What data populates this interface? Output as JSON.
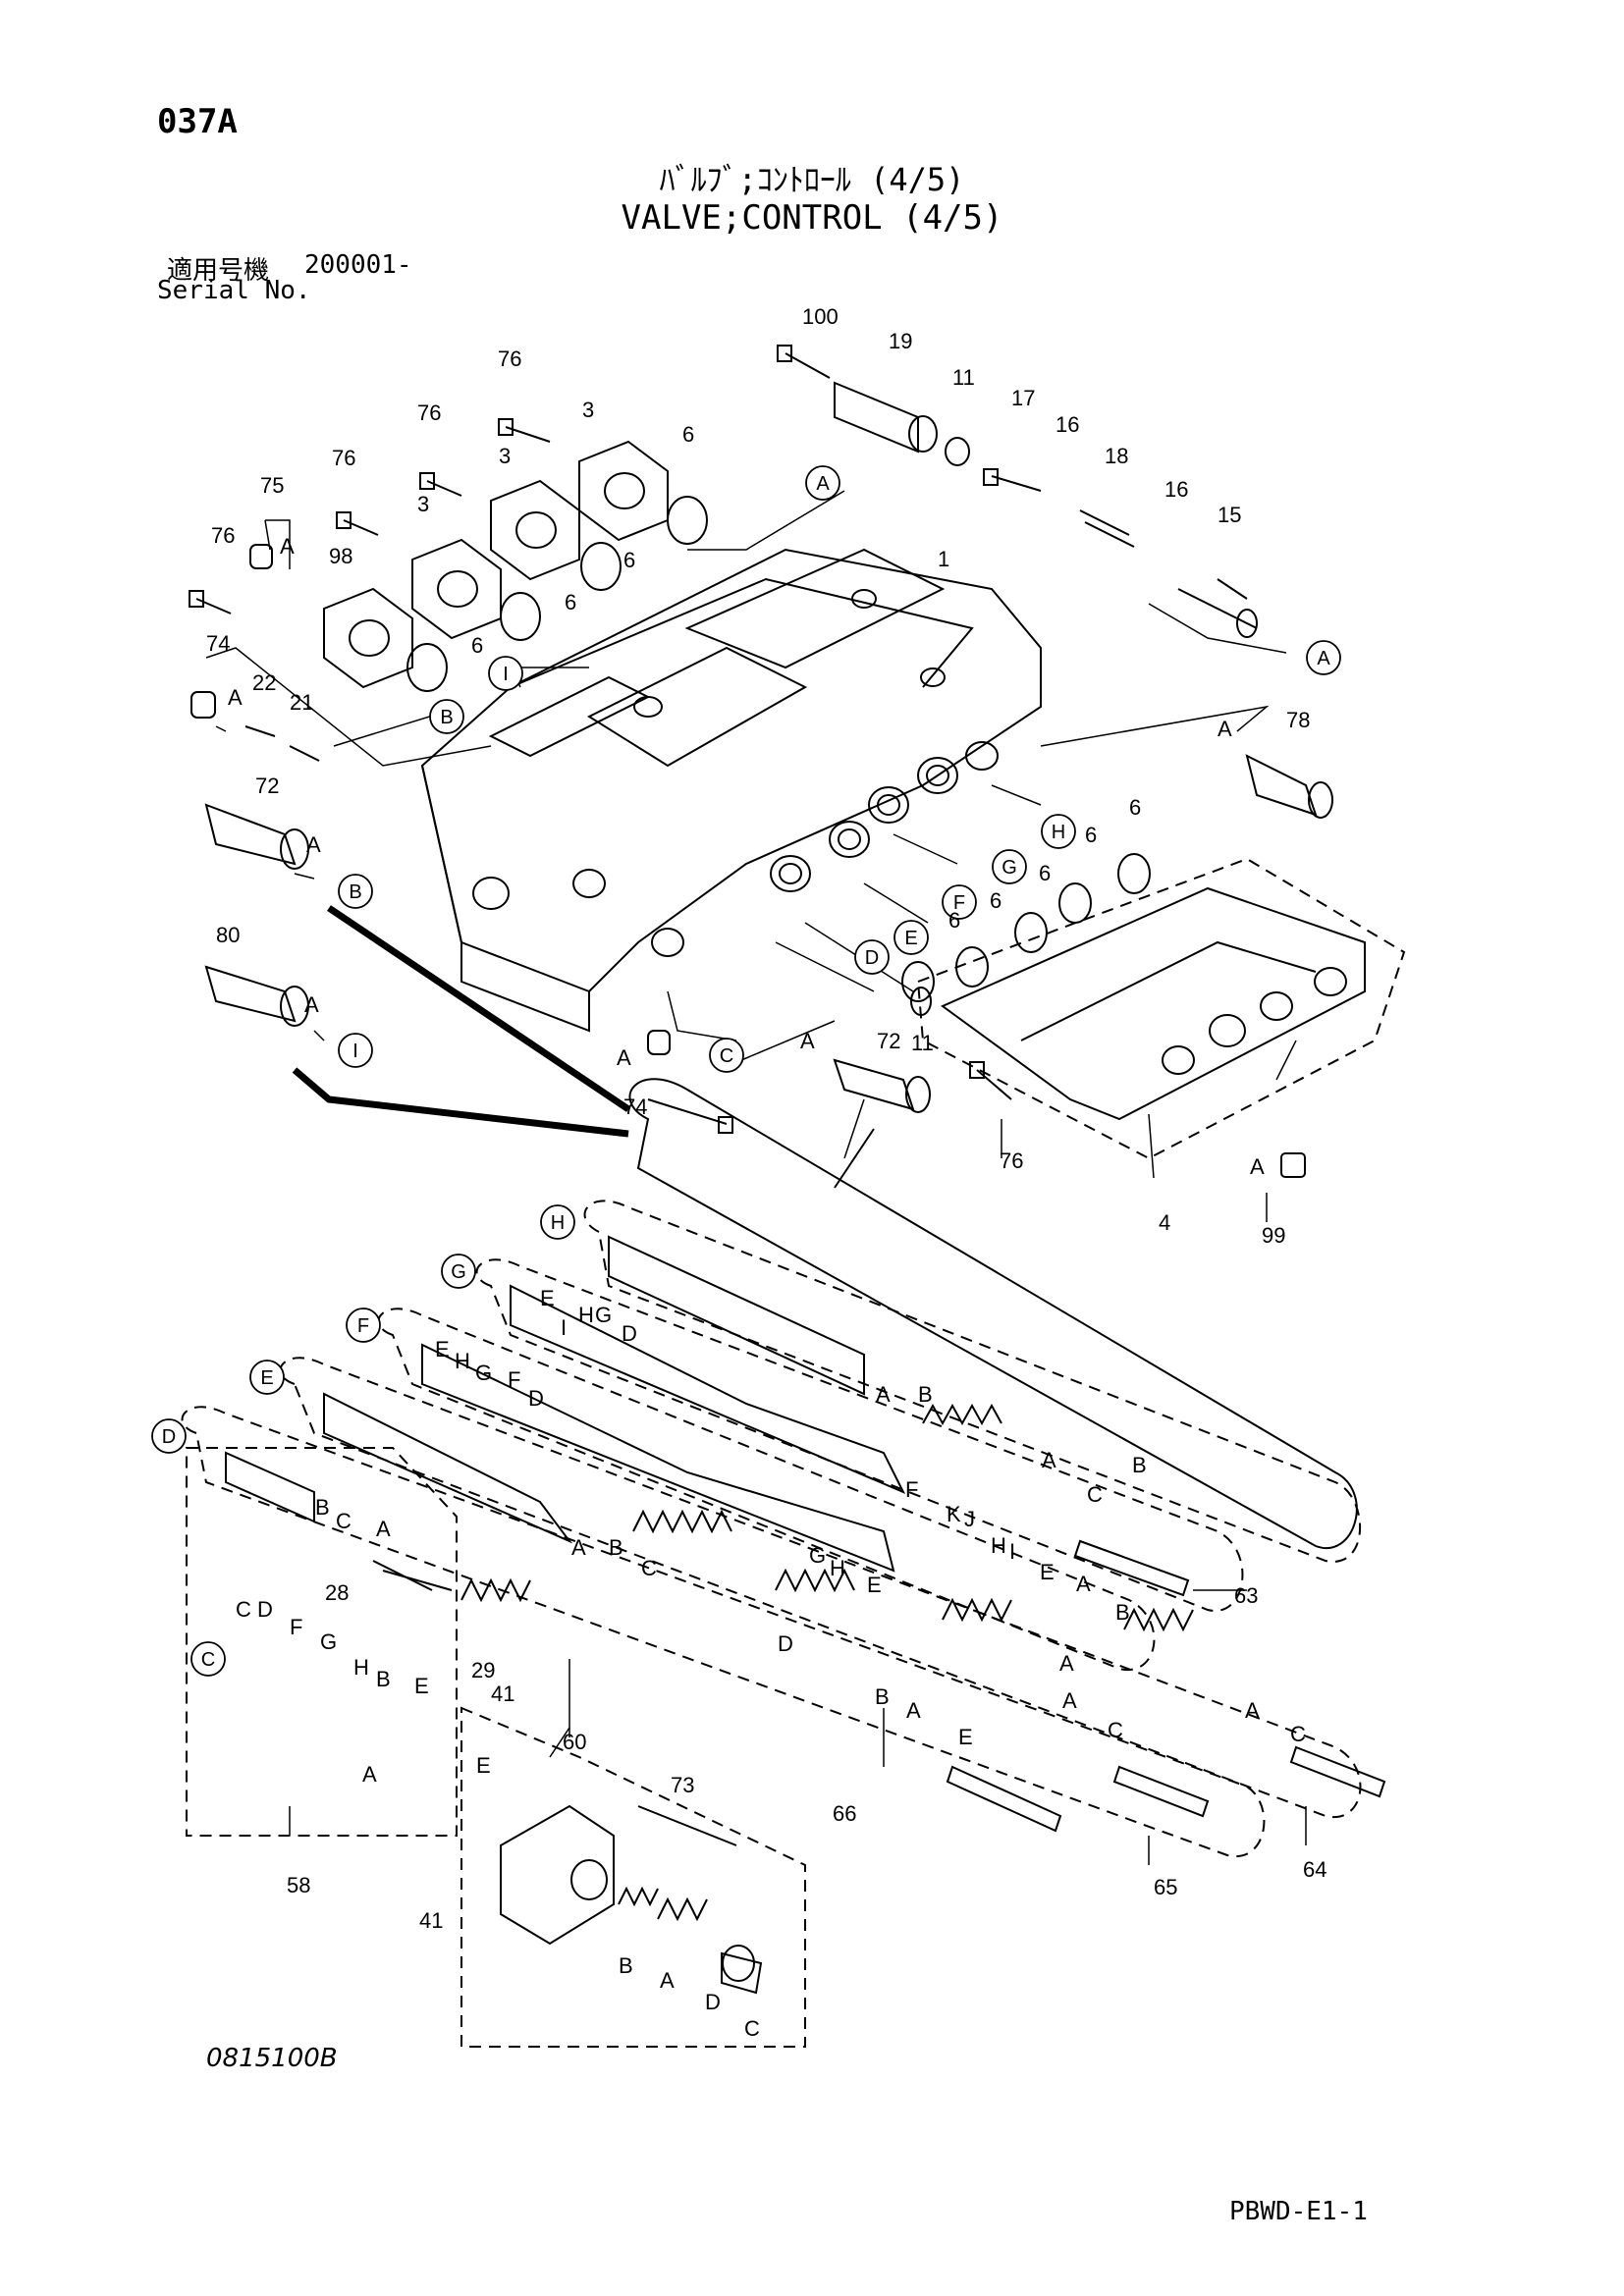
{
  "header": {
    "page_id": "037A",
    "title_jp": "ﾊﾞﾙﾌﾞ;ｺﾝﾄﾛｰﾙ (4/5)",
    "title_en": "VALVE;CONTROL (4/5)",
    "serial_label_jp": "適用号機",
    "serial_number": "200001-",
    "serial_label_en": "Serial No."
  },
  "footer": {
    "drawing_number": "0815100B",
    "page_code": "PBWD-E1-1"
  },
  "part_labels": [
    {
      "text": "100"
    },
    {
      "text": "19"
    },
    {
      "text": "11"
    },
    {
      "text": "17"
    },
    {
      "text": "16"
    },
    {
      "text": "18"
    },
    {
      "text": "16"
    },
    {
      "text": "15"
    },
    {
      "text": "76"
    },
    {
      "text": "76"
    },
    {
      "text": "3"
    },
    {
      "text": "76"
    },
    {
      "text": "3"
    },
    {
      "text": "6"
    },
    {
      "text": "3"
    },
    {
      "text": "75"
    },
    {
      "text": "A"
    },
    {
      "text": "98"
    },
    {
      "text": "76"
    },
    {
      "text": "6"
    },
    {
      "text": "6"
    },
    {
      "text": "6"
    },
    {
      "text": "1"
    },
    {
      "text": "74"
    },
    {
      "text": "A"
    },
    {
      "text": "22"
    },
    {
      "text": "21"
    },
    {
      "text": "72"
    },
    {
      "text": "A"
    },
    {
      "text": "78"
    },
    {
      "text": "A"
    },
    {
      "text": "6"
    },
    {
      "text": "6"
    },
    {
      "text": "6"
    },
    {
      "text": "6"
    },
    {
      "text": "6"
    },
    {
      "text": "80"
    },
    {
      "text": "A"
    },
    {
      "text": "11"
    },
    {
      "text": "A"
    },
    {
      "text": "74"
    },
    {
      "text": "A"
    },
    {
      "text": "72"
    },
    {
      "text": "76"
    },
    {
      "text": "4"
    },
    {
      "text": "A"
    },
    {
      "text": "99"
    },
    {
      "text": "E"
    },
    {
      "text": "I"
    },
    {
      "text": "H"
    },
    {
      "text": "G"
    },
    {
      "text": "D"
    },
    {
      "text": "E"
    },
    {
      "text": "H"
    },
    {
      "text": "G"
    },
    {
      "text": "F"
    },
    {
      "text": "D"
    },
    {
      "text": "A"
    },
    {
      "text": "B"
    },
    {
      "text": "A"
    },
    {
      "text": "B"
    },
    {
      "text": "C"
    },
    {
      "text": "B"
    },
    {
      "text": "C"
    },
    {
      "text": "A"
    },
    {
      "text": "28"
    },
    {
      "text": "A"
    },
    {
      "text": "B"
    },
    {
      "text": "C"
    },
    {
      "text": "G"
    },
    {
      "text": "H"
    },
    {
      "text": "E"
    },
    {
      "text": "F"
    },
    {
      "text": "K"
    },
    {
      "text": "J"
    },
    {
      "text": "H"
    },
    {
      "text": "I"
    },
    {
      "text": "E"
    },
    {
      "text": "A"
    },
    {
      "text": "B"
    },
    {
      "text": "63"
    },
    {
      "text": "A"
    },
    {
      "text": "D"
    },
    {
      "text": "B"
    },
    {
      "text": "A"
    },
    {
      "text": "E"
    },
    {
      "text": "A"
    },
    {
      "text": "C"
    },
    {
      "text": "A"
    },
    {
      "text": "C"
    },
    {
      "text": "29"
    },
    {
      "text": "C"
    },
    {
      "text": "D"
    },
    {
      "text": "F"
    },
    {
      "text": "G"
    },
    {
      "text": "H"
    },
    {
      "text": "B"
    },
    {
      "text": "E"
    },
    {
      "text": "A"
    },
    {
      "text": "41"
    },
    {
      "text": "60"
    },
    {
      "text": "E"
    },
    {
      "text": "73"
    },
    {
      "text": "66"
    },
    {
      "text": "65"
    },
    {
      "text": "64"
    },
    {
      "text": "58"
    },
    {
      "text": "41"
    },
    {
      "text": "B"
    },
    {
      "text": "A"
    },
    {
      "text": "D"
    },
    {
      "text": "C"
    }
  ],
  "circle_labels": [
    {
      "text": "A"
    },
    {
      "text": "A"
    },
    {
      "text": "B"
    },
    {
      "text": "I"
    },
    {
      "text": "B"
    },
    {
      "text": "H"
    },
    {
      "text": "G"
    },
    {
      "text": "F"
    },
    {
      "text": "E"
    },
    {
      "text": "D"
    },
    {
      "text": "I"
    },
    {
      "text": "C"
    },
    {
      "text": "H"
    },
    {
      "text": "G"
    },
    {
      "text": "F"
    },
    {
      "text": "E"
    },
    {
      "text": "D"
    },
    {
      "text": "C"
    }
  ]
}
